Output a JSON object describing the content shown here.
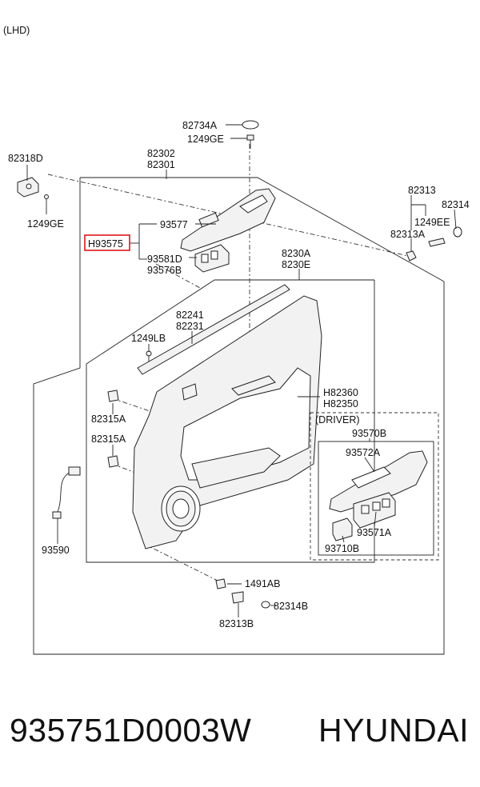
{
  "diagram": {
    "corner_note": "(LHD)",
    "highlighted_part": "H93575",
    "driver_box_label": "(DRIVER)",
    "callouts": {
      "c82734A": "82734A",
      "c1249GE_top": "1249GE",
      "c82318D": "82318D",
      "c82302": "82302",
      "c82301": "82301",
      "c1249GE_left": "1249GE",
      "c93577": "93577",
      "c93581D": "93581D",
      "c93576B": "93576B",
      "c82313": "82313",
      "c82314": "82314",
      "c1249EE": "1249EE",
      "c82313A": "82313A",
      "c8230A": "8230A",
      "c8230E": "8230E",
      "c82241": "82241",
      "c82231": "82231",
      "c1249LB": "1249LB",
      "cH82360": "H82360",
      "cH82350": "H82350",
      "c82315A_1": "82315A",
      "c82315A_2": "82315A",
      "c93570B": "93570B",
      "c93572A": "93572A",
      "c93571A": "93571A",
      "c93710B": "93710B",
      "c93590": "93590",
      "c1491AB": "1491AB",
      "c82314B": "82314B",
      "c82313B": "82313B"
    },
    "colors": {
      "highlight": "#e0161b",
      "line": "#222222"
    }
  },
  "caption": {
    "part_number": "935751D0003W",
    "brand": "HYUNDAI"
  }
}
